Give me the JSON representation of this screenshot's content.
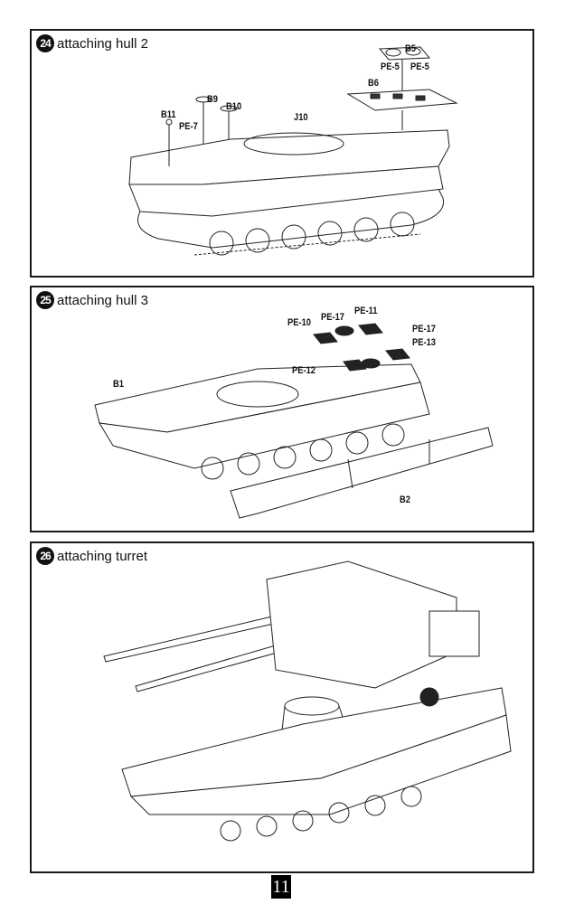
{
  "steps": [
    {
      "number": "24",
      "title": "attaching hull 2",
      "parts": [
        "B5",
        "PE-5",
        "PE-5",
        "B6",
        "B9",
        "B10",
        "B11",
        "PE-7",
        "J10"
      ]
    },
    {
      "number": "25",
      "title": "attaching hull 3",
      "parts": [
        "PE-10",
        "PE-17",
        "PE-11",
        "PE-17",
        "PE-13",
        "PE-12",
        "B1",
        "B2"
      ]
    },
    {
      "number": "26",
      "title": "attaching turret",
      "parts": []
    }
  ],
  "page_number": "11"
}
